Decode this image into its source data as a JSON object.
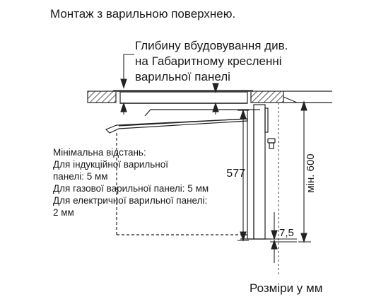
{
  "title": "Монтаж з варильною поверхнею.",
  "depth_note": {
    "lines": [
      "Глибину вбудовування див.",
      "на Габаритному кресленні",
      "варильної панелі"
    ]
  },
  "min_distance": {
    "lines": [
      "Мінімальна відстань:",
      "Для індукційної варильної",
      "панелі: 5 мм",
      "Для газової варильної панелі: 5 мм",
      "Для електричної варильної панелі:",
      "2 мм"
    ]
  },
  "dimensions": {
    "height_577": "577",
    "min_600": "мін. 600",
    "gap_7_5": "7,5"
  },
  "footer": "Розміри у мм"
}
